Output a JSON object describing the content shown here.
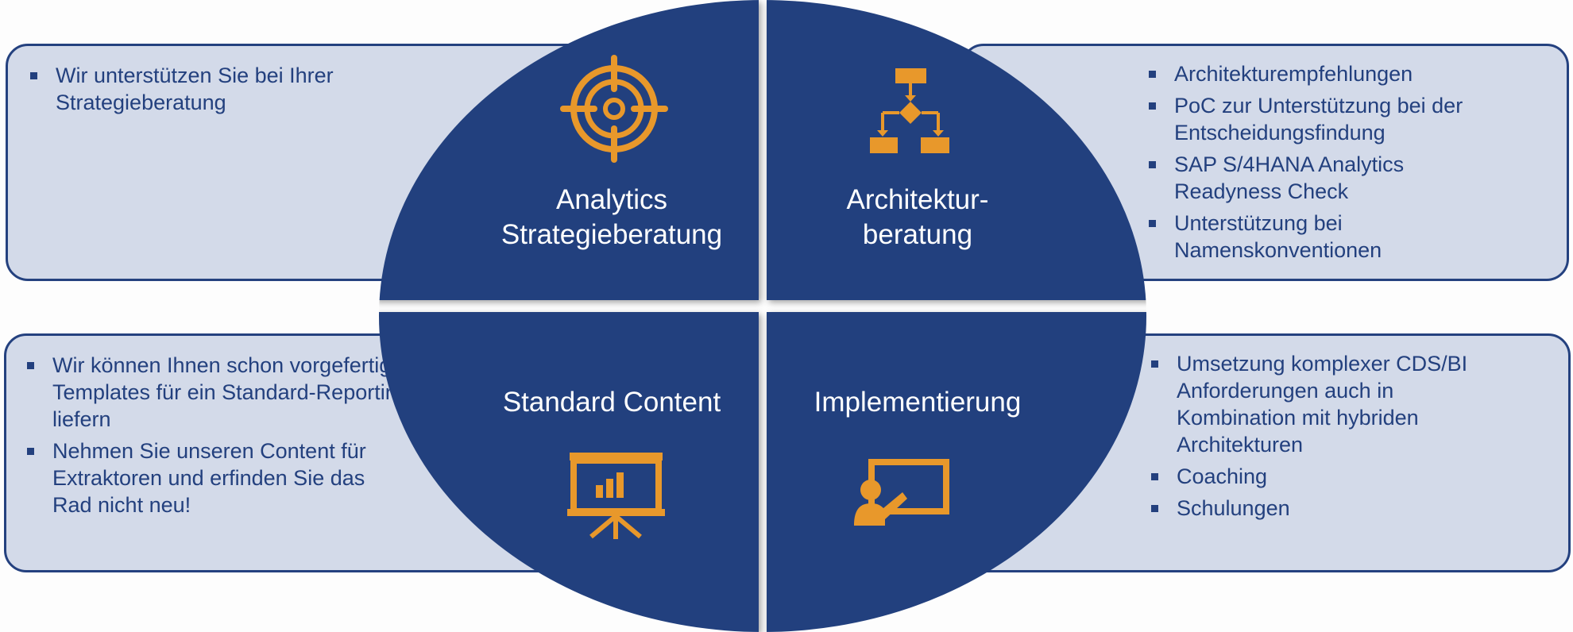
{
  "colors": {
    "navy": "#23407e",
    "box_fill": "#d3dae9",
    "icon_orange": "#e8982b",
    "text_white": "#ffffff"
  },
  "quadrants": [
    {
      "label_line1": "Analytics",
      "label_line2": "Strategieberatung",
      "icon": "target-icon"
    },
    {
      "label_line1": "Architektur-",
      "label_line2": "beratung",
      "icon": "flowchart-icon"
    },
    {
      "label_line1": "Standard Content",
      "label_line2": "",
      "icon": "presentation-chart-icon"
    },
    {
      "label_line1": "Implementierung",
      "label_line2": "",
      "icon": "teacher-board-icon"
    }
  ],
  "boxes": {
    "top_left": {
      "items": [
        "Wir unterstützen Sie bei Ihrer Strategieberatung"
      ]
    },
    "top_right": {
      "items": [
        "Architekturempfehlungen",
        "PoC zur Unterstützung bei der Entscheidungsfindung",
        "SAP S/4HANA Analytics Readyness Check",
        "Unterstützung bei Namenskonventionen"
      ]
    },
    "bottom_left": {
      "items": [
        "Wir können Ihnen schon vorgefertigte Templates für ein Standard-Reporting liefern",
        "Nehmen Sie unseren Content für Extraktoren und erfinden Sie das Rad nicht neu!"
      ]
    },
    "bottom_right": {
      "items": [
        "Umsetzung komplexer CDS/BI Anforderungen auch in Kombination mit hybriden Architekturen",
        "Coaching",
        "Schulungen"
      ]
    }
  }
}
